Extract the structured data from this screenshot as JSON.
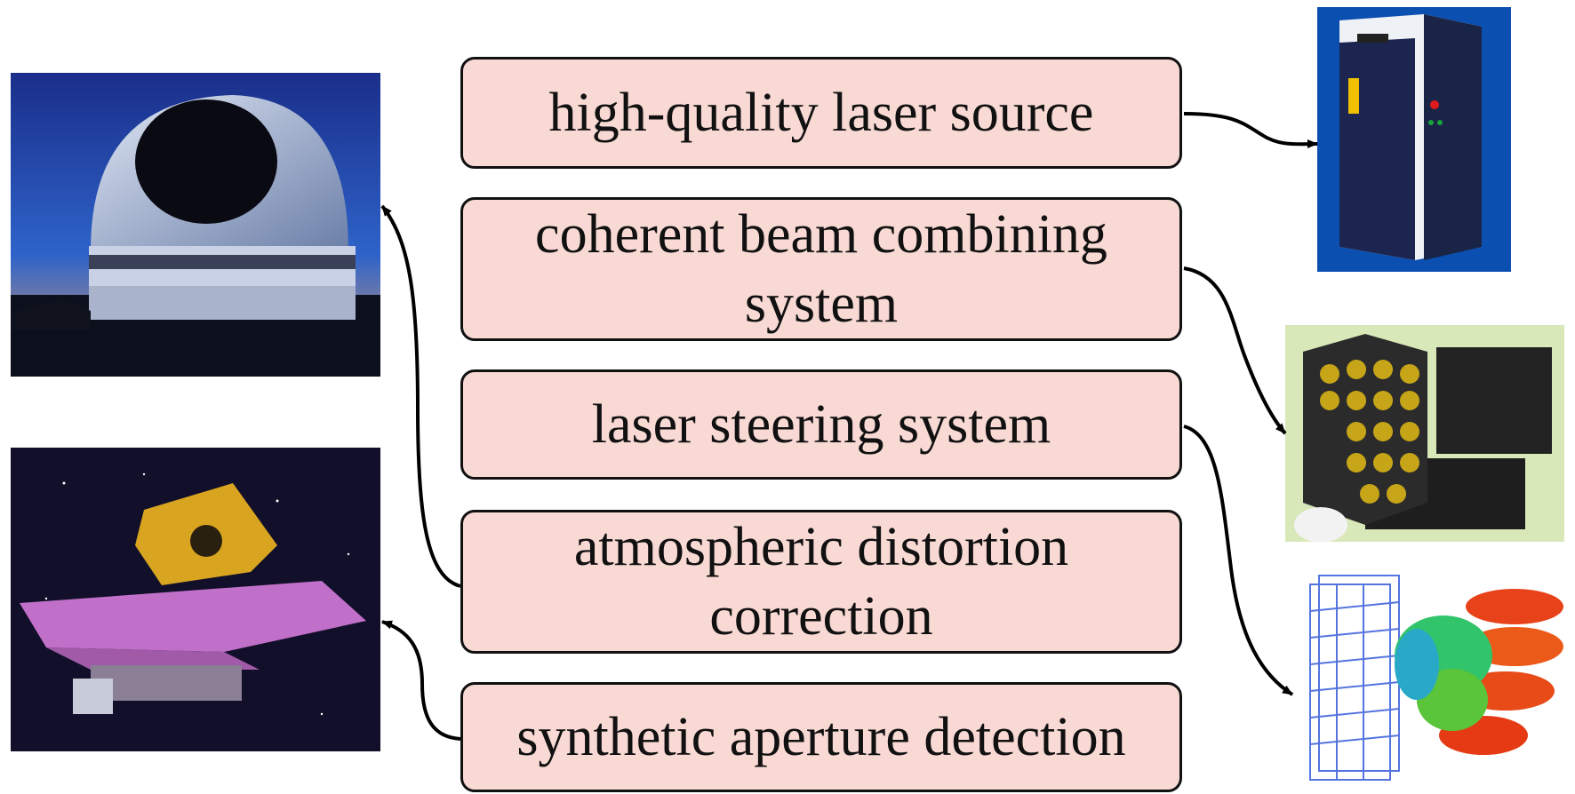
{
  "boxes": [
    {
      "id": "laser-source",
      "label": "high-quality laser source"
    },
    {
      "id": "beam-combining",
      "label": "coherent beam combining system"
    },
    {
      "id": "laser-steering",
      "label": "laser steering system"
    },
    {
      "id": "atmospheric-correction",
      "label": "atmospheric distortion correction"
    },
    {
      "id": "synthetic-aperture",
      "label": "synthetic aperture detection"
    }
  ],
  "images": [
    {
      "id": "telescope-dome",
      "subject": "ground-based telescope dome at dusk"
    },
    {
      "id": "space-telescope",
      "subject": "space telescope with gold mirror and pink sunshield"
    },
    {
      "id": "laser-cabinet",
      "subject": "industrial fiber laser cabinet"
    },
    {
      "id": "fiber-array",
      "subject": "hexagonal fiber collimator array"
    },
    {
      "id": "phased-array",
      "subject": "phased array radiation pattern lobes"
    }
  ],
  "colors": {
    "box_fill": "#f8d9d4",
    "border": "#111111",
    "arrow": "#000000"
  }
}
